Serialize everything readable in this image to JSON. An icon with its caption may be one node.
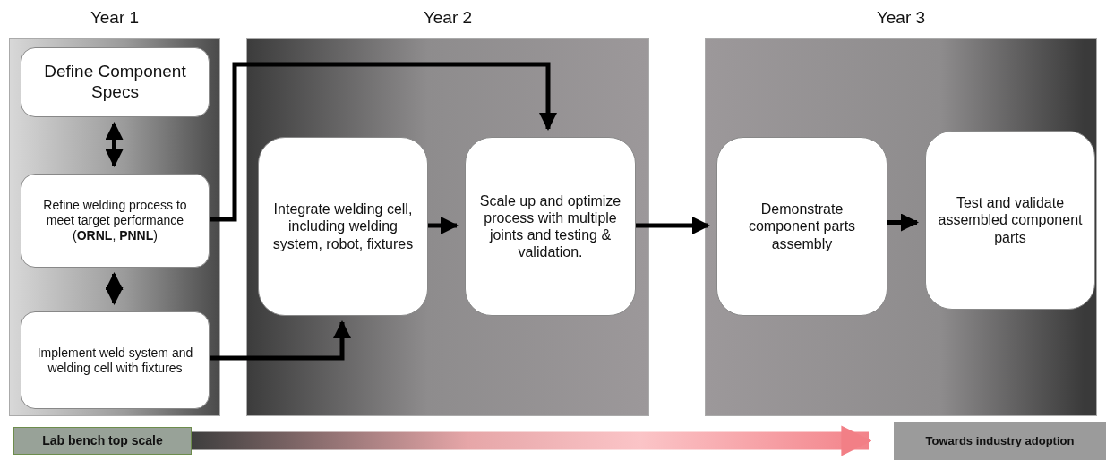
{
  "diagram": {
    "nodes": [
      {
        "text": [
          "Year 1"
        ]
      },
      {
        "text": [
          "Define Component Specs"
        ],
        "in": 0
      },
      {
        "text": [
          "Refine welding process to meet target performance (**ORNL**, **PNNL**)"
        ],
        "in": 0
      },
      {
        "text": [
          "Implement  weld system and welding cell with fixtures"
        ],
        "in": 0
      },
      {
        "text": [
          "Year 2"
        ]
      },
      {
        "text": [
          "Integrate welding cell, including welding system, robot, fixtures"
        ],
        "in": 4
      },
      {
        "text": [
          "Scale up and optimize process with multiple joints and testing & validation."
        ],
        "in": 4
      },
      {
        "text": [
          "Year 3"
        ]
      },
      {
        "text": [
          "Demonstrate component parts assembly"
        ],
        "in": 7
      },
      {
        "text": [
          "Test and validate assembled component parts"
        ],
        "in": 7
      },
      {
        "text": [
          "Lab bench top scale"
        ]
      },
      {
        "text": [
          "Towards industry adoption"
        ]
      }
    ],
    "edges": [
      {
        "from": 1,
        "to": 2,
        "arrow": "both"
      },
      {
        "from": 2,
        "to": 3,
        "arrow": "both"
      },
      {
        "from": 2,
        "to": 6,
        "arrow": "to"
      },
      {
        "from": 3,
        "to": 5,
        "arrow": "to"
      },
      {
        "from": 5,
        "to": 6,
        "arrow": "to"
      },
      {
        "from": 6,
        "to": 8,
        "arrow": "to"
      },
      {
        "from": 8,
        "to": 9,
        "arrow": "to"
      },
      {
        "from": 10,
        "to": 11,
        "arrow": "to",
        "style": "thick"
      }
    ]
  }
}
